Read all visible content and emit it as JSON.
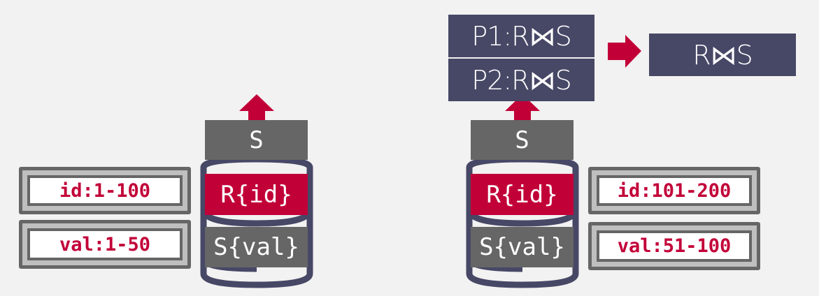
{
  "left_node": {
    "output_label": "S",
    "partition_r": "R{id}",
    "partition_s": "S{val}",
    "range_id": "id:1-100",
    "range_val": "val:1-50"
  },
  "right_node": {
    "output_label": "S",
    "partition_r": "R{id}",
    "partition_s": "S{val}",
    "range_id": "id:101-200",
    "range_val": "val:51-100"
  },
  "results": {
    "p1": "P1:R⋈S",
    "p2": "P2:R⋈S",
    "final": "R⋈S"
  },
  "colors": {
    "accent": "#c20038",
    "navy": "#474766",
    "gray": "#666666"
  }
}
